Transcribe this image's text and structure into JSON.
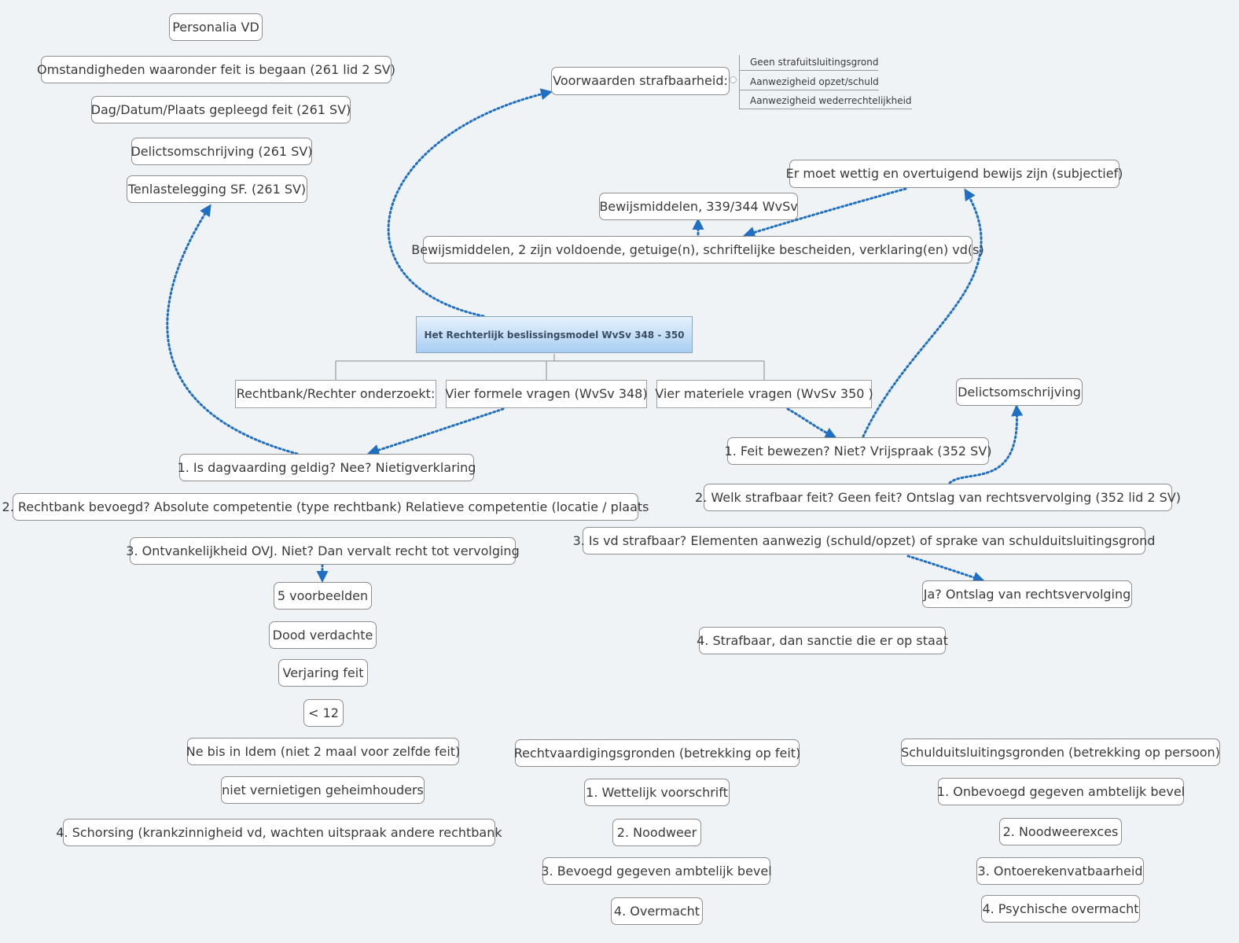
{
  "colors": {
    "background": "#eff3f6",
    "link": "#1f6fc3",
    "line": "#8a8a8a"
  },
  "central": {
    "label": "Het Rechterlijk beslissingsmodel WvSv 348 - 350"
  },
  "branches": {
    "rechtbank": "Rechtbank/Rechter onderzoekt:",
    "formele": "Vier formele vragen (WvSv 348)",
    "materiele": "Vier materiele vragen (WvSv 350 )"
  },
  "onderzoekt": {
    "personalia": "Personalia VD",
    "omstandigheden": "Omstandigheden waaronder feit is begaan (261 lid 2 SV)",
    "dag_datum": "Dag/Datum/Plaats gepleegd feit (261 SV)",
    "delictsomschrijving": "Delictsomschrijving (261 SV)",
    "tenlastelegging": "Tenlastelegging SF. (261 SV)"
  },
  "voorwaarden": {
    "label": "Voorwaarden strafbaarheid:",
    "items": [
      "Geen strafuitsluitingsgrond",
      "Aanwezigheid opzet/schuld",
      "Aanwezigheid wederrechtelijkheid"
    ]
  },
  "bewijs": {
    "wettig": "Er moet wettig en overtuigend bewijs zijn (subjectief)",
    "middelen": "Bewijsmiddelen, 339/344 WvSv",
    "voldoende": "Bewijsmiddelen, 2 zijn voldoende, getuige(n), schriftelijke bescheiden, verklaring(en) vd(s)"
  },
  "formele_vragen": {
    "q1": "1. Is dagvaarding geldig? Nee? Nietigverklaring",
    "q2": "2. Rechtbank bevoegd? Absolute competentie (type rechtbank) Relatieve competentie (locatie / plaats",
    "q3": "3. Ontvankelijkheid OVJ. Niet? Dan vervalt recht tot vervolging",
    "voorbeelden": "5 voorbeelden",
    "voorbeelden_items": [
      "Dood verdachte",
      "Verjaring feit",
      "< 12",
      "Ne bis in Idem (niet 2 maal voor zelfde feit)",
      "niet vernietigen geheimhouders"
    ],
    "q4": "4. Schorsing (krankzinnigheid vd, wachten uitspraak andere rechtbank"
  },
  "materiele_vragen": {
    "delictsomschrijving": "Delictsomschrijving",
    "q1": "1. Feit bewezen? Niet? Vrijspraak (352 SV)",
    "q2": "2. Welk strafbaar feit? Geen feit? Ontslag van rechtsvervolging (352 lid 2 SV)",
    "q3": "3. Is vd strafbaar? Elementen aanwezig (schuld/opzet) of sprake van schulduitsluitingsgrond",
    "ja": "Ja? Ontslag van rechtsvervolging",
    "q4": "4. Strafbaar, dan sanctie die er op staat"
  },
  "rechtvaardigingsgronden": {
    "title": "Rechtvaardigingsgronden (betrekking op feit)",
    "items": [
      "1. Wettelijk voorschrift",
      "2. Noodweer",
      "3. Bevoegd gegeven ambtelijk bevel",
      "4. Overmacht"
    ]
  },
  "schulduitsluitingsgronden": {
    "title": "Schulduitsluitingsgronden (betrekking op persoon)",
    "items": [
      "1. Onbevoegd gegeven ambtelijk bevel",
      "2. Noodweerexces",
      "3. Ontoerekenvatbaarheid",
      "4. Psychische overmacht"
    ]
  }
}
